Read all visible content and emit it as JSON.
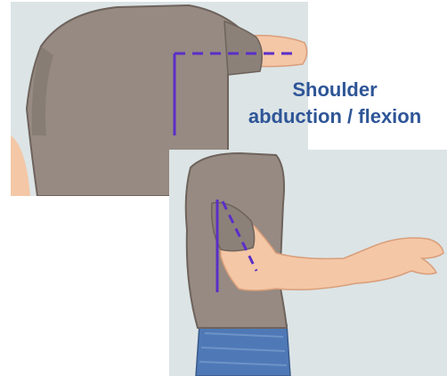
{
  "caption": {
    "line1": "Shoulder",
    "line2": "abduction / flexion"
  },
  "colors": {
    "background": "#DCE4E6",
    "shirt": "#968A82",
    "shirt_shadow": "#7F746D",
    "skin": "#F4C7A6",
    "skin_shadow": "#E3AC88",
    "jeans": "#4F79B6",
    "angle_line": "#5B2EC8",
    "caption": "#2E5597"
  },
  "illustrations": [
    {
      "view": "back",
      "angle_marker": "solid vertical line with dashed horizontal line along raised arm"
    },
    {
      "view": "side",
      "angle_marker": "solid vertical line with dashed line along forward arm"
    }
  ]
}
